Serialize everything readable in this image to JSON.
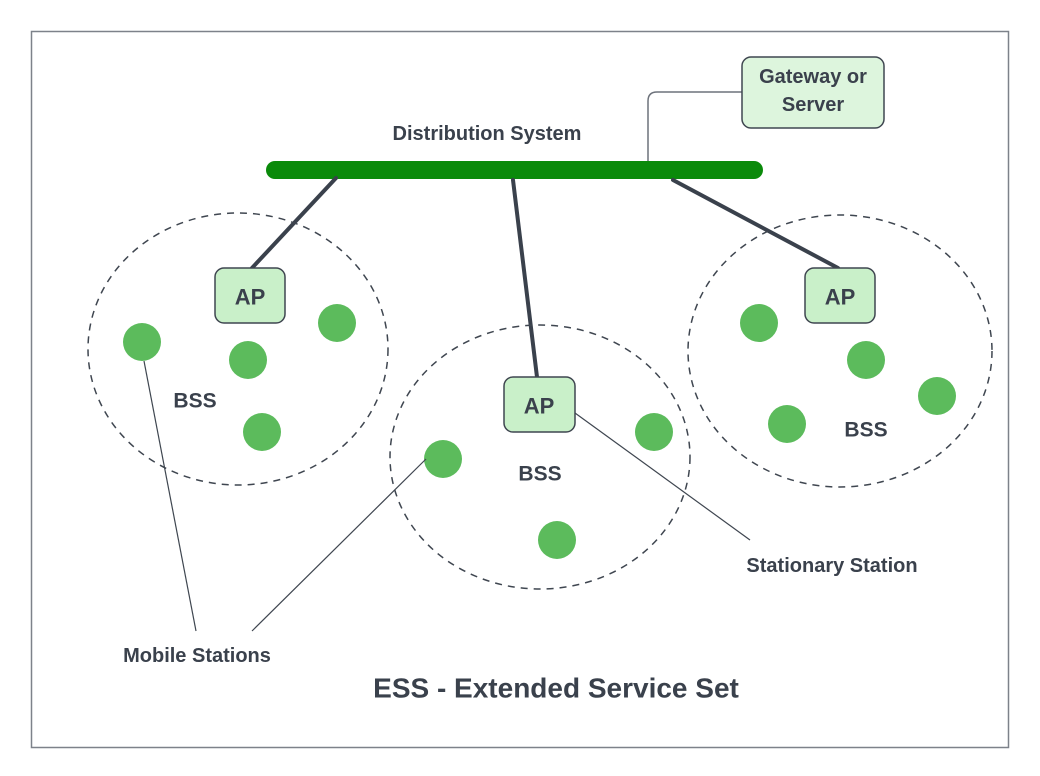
{
  "title": "ESS - Extended Service Set",
  "distribution_system": {
    "label": "Distribution System"
  },
  "gateway": {
    "label_line1": "Gateway or",
    "label_line2": "Server"
  },
  "bss_groups": [
    {
      "ap_label": "AP",
      "bss_label": "BSS",
      "station_count": 4
    },
    {
      "ap_label": "AP",
      "bss_label": "BSS",
      "station_count": 3
    },
    {
      "ap_label": "AP",
      "bss_label": "BSS",
      "station_count": 4
    }
  ],
  "annotations": {
    "mobile_stations": "Mobile Stations",
    "stationary_station": "Stationary Station"
  },
  "colors": {
    "distribution_bar": "#0a8a0a",
    "station_dot": "#5cbb5c",
    "ap_box_fill": "#c9f0c9",
    "gateway_box_fill": "#ddf5dd",
    "shape_outline": "#3f4650",
    "text": "#3a414c",
    "connector_gray": "#6d727b",
    "frame_border": "#7d828a"
  }
}
